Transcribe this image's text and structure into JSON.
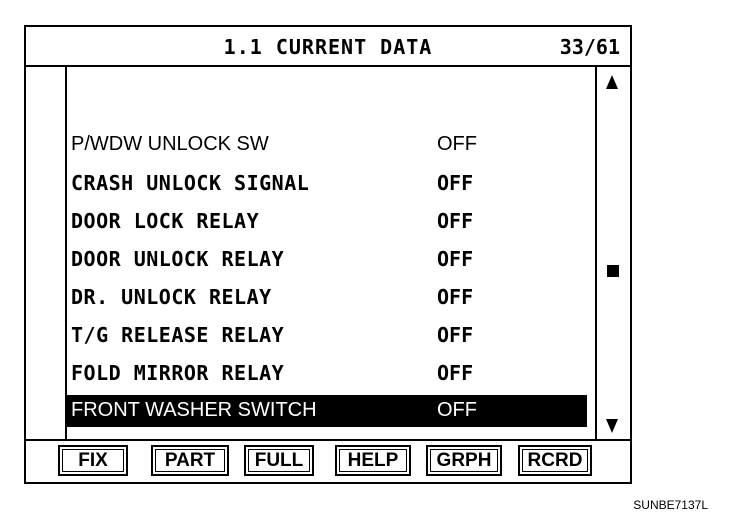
{
  "header": {
    "title": "1.1 CURRENT DATA",
    "page_indicator": "33/61"
  },
  "rows": [
    {
      "label": "P/WDW UNLOCK SW",
      "value": "OFF"
    },
    {
      "label": "CRASH UNLOCK SIGNAL",
      "value": "OFF"
    },
    {
      "label": "DOOR LOCK RELAY",
      "value": "OFF"
    },
    {
      "label": "DOOR UNLOCK RELAY",
      "value": "OFF"
    },
    {
      "label": "DR. UNLOCK RELAY",
      "value": "OFF"
    },
    {
      "label": "T/G RELEASE RELAY",
      "value": "OFF"
    },
    {
      "label": "FOLD MIRROR RELAY",
      "value": "OFF"
    },
    {
      "label": "FRONT WASHER SWITCH",
      "value": "OFF"
    }
  ],
  "selected_row": "FRONT WASHER SWITCH",
  "function_keys": [
    "FIX",
    "PART",
    "FULL",
    "HELP",
    "GRPH",
    "RCRD"
  ],
  "icons": {
    "scroll_up": "triangle-up-icon",
    "scroll_down": "triangle-down-icon",
    "thumb": "square-thumb-icon"
  },
  "caption": "SUNBE7137L"
}
